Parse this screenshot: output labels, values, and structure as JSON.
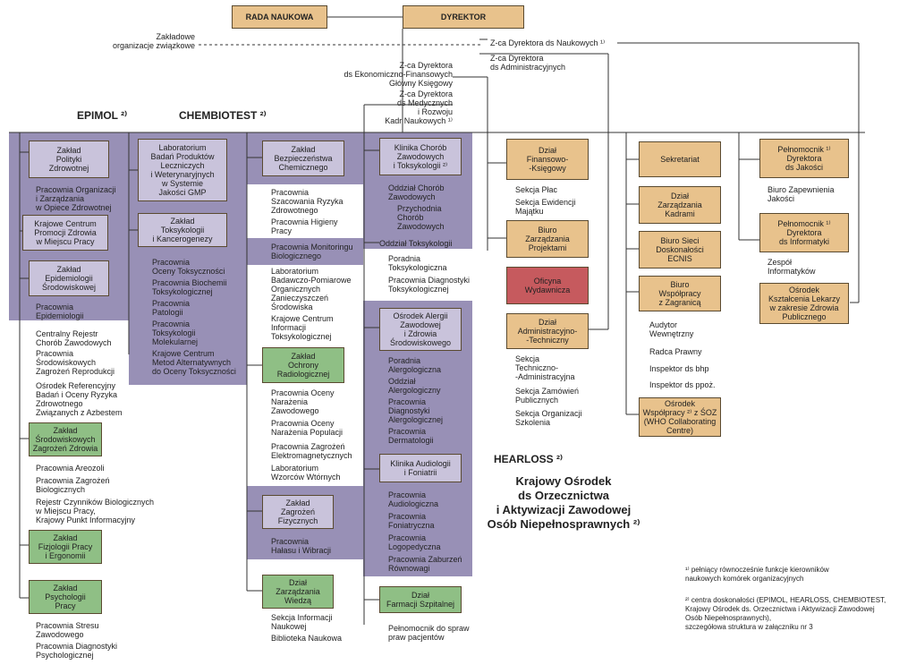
{
  "top": {
    "rada": "RADA NAUKOWA",
    "dyrektor": "DYREKTOR"
  },
  "unions": "Zakładowe\norganizacje związkowe",
  "deputies": {
    "naukowych": "Z-ca Dyrektora ds Naukowych ¹⁾",
    "admin": "Z-ca Dyrektora\nds Administracyjnych",
    "ekon": "Z-ca Dyrektora\nds Ekonomiczno-Finansowych\nGłówny Księgowy",
    "med": "Z-ca Dyrektora\nds Medycznych\ni Rozwoju\nKadr Naukowych ¹⁾"
  },
  "headers": {
    "epimol": "EPIMOL ²⁾",
    "chembiotest": "CHEMBIOTEST ²⁾",
    "hearloss": "HEARLOSS ²⁾"
  },
  "col1": {
    "z1": "Zakład\nPolityki\nZdrowotnej",
    "t1": "Pracownia Organizacji\ni Zarządzania\nw Opiece Zdrowotnej",
    "z2": "Krajowe Centrum\nPromocji Zdrowia\nw Miejscu Pracy",
    "z3": "Zakład\nEpidemiologii\nŚrodowiskowej",
    "t2": "Pracownia\nEpidemiologii",
    "t3": "Centralny Rejestr\nChorób Zawodowych",
    "t4": "Pracownia\nŚrodowiskowych\nZagrożeń Reprodukcji",
    "t5": "Ośrodek Referencyjny\nBadań i Oceny Ryzyka\nZdrowotnego\nZwiązanych z Azbestem",
    "z4": "Zakład\nŚrodowiskowych\nZagrożeń Zdrowia",
    "t6": "Pracownia Areozoli",
    "t7": "Pracownia Zagrożeń\nBiologicznych",
    "t8": "Rejestr Czynników Biologicznych\nw Miejscu Pracy,\nKrajowy Punkt Informacyjny",
    "z5": "Zakład\nFizjologii Pracy\ni Ergonomii",
    "z6": "Zakład\nPsychologii\nPracy",
    "t9": "Pracownia Stresu\nZawodowego",
    "t10": "Pracownia Diagnostyki\nPsychologicznej"
  },
  "col2": {
    "z1": "Laboratorium\nBadań Produktów\nLeczniczych\ni Weterynaryjnych\nw Systemie\nJakości GMP",
    "z2": "Zakład\nToksykologii\ni Kancerogenezy",
    "t1": "Pracownia\nOceny Toksyczności",
    "t2": "Pracownia Biochemii\nToksykologicznej",
    "t3": "Pracownia\nPatologii",
    "t4": "Pracownia\nToksykologii\nMolekularnej",
    "t5": "Krajowe Centrum\nMetod Alternatywnych\ndo Oceny Toksyczności"
  },
  "col3": {
    "z1": "Zakład\nBezpieczeństwa\nChemicznego",
    "t1": "Pracownia\nSzacowania Ryzyka\nZdrowotnego",
    "t2": "Pracownia Higieny\nPracy",
    "t3": "Pracownia Monitoringu\nBiologicznego",
    "t4": "Laboratorium\nBadawczo-Pomiarowe\nOrganicznych\nZanieczyszczeń\nŚrodowiska",
    "t5": "Krajowe Centrum\nInformacji\nToksykologicznej",
    "z2": "Zakład\nOchrony\nRadiologicznej",
    "t6": "Pracownia Oceny\nNarażenia\nZawodowego",
    "t7": "Pracownia Oceny\nNarażenia Populacji",
    "t8": "Pracownia Zagrożeń\nElektromagnetycznych",
    "t9": "Laboratorium\nWzorców Wtórnych",
    "z3": "Zakład\nZagrożeń\nFizycznych",
    "t10": "Pracownia\nHałasu i Wibracji",
    "z4": "Dział\nZarządzania\nWiedzą",
    "t11": "Sekcja Informacji\nNaukowej",
    "t12": "Biblioteka Naukowa"
  },
  "col4": {
    "z1": "Klinika Chorób\nZawodowych\ni Toksykologii ²⁾",
    "t1": "Oddział Chorób\nZawodowych",
    "t2": "Przychodnia\nChorób\nZawodowych",
    "t3": "Oddział Toksykologii",
    "t4": "Poradnia\nToksykologiczna",
    "t5": "Pracownia Diagnostyki\nToksykologicznej",
    "z2": "Ośrodek Alergii\nZawodowej\ni Zdrowia\nŚrodowiskowego",
    "t6": "Poradnia\nAlergologiczna",
    "t7": "Oddział\nAlergologiczny",
    "t8": "Pracownia\nDiagnostyki\nAlergologicznej",
    "t9": "Pracownia\nDermatologii",
    "z3": "Klinika Audiologii\ni Foniatrii",
    "t10": "Pracownia\nAudiologiczna",
    "t11": "Pracownia\nFoniatryczna",
    "t12": "Pracownia\nLogopedyczna",
    "t13": "Pracownia Zaburzeń\nRównowagi",
    "z4": "Dział\nFarmacji Szpitalnej",
    "t14": "Pełnomocnik do spraw\npraw pacjentów"
  },
  "col5": {
    "z1": "Dział\nFinansowo-\n-Księgowy",
    "t1": "Sekcja Płac",
    "t2": "Sekcja Ewidencji\nMajątku",
    "z2": "Biuro\nZarządzania\nProjektami",
    "z3": "Oficyna\nWydawnicza",
    "z4": "Dział\nAdministracyjno-\n-Techniczny",
    "t3": "Sekcja\nTechniczno-\n-Administracyjna",
    "t4": "Sekcja Zamówień\nPublicznych",
    "t5": "Sekcja Organizacji\nSzkolenia"
  },
  "col6": {
    "z1": "Sekretariat",
    "z2": "Dział\nZarządzania\nKadrami",
    "z3": "Biuro Sieci\nDoskonałości\nECNIS",
    "z4": "Biuro\nWspółpracy\nz Zagranicą",
    "t1": "Audytor\nWewnętrzny",
    "t2": "Radca Prawny",
    "t3": "Inspektor ds bhp",
    "t4": "Inspektor ds ppoż.",
    "z5": "Ośrodek\nWspółpracy ²⁾ z ŚOZ\n(WHO Collaborating\nCentre)"
  },
  "col7": {
    "z1": "Pełnomocnik ¹⁾\nDyrektora\nds Jakości",
    "t1": "Biuro Zapewnienia\nJakości",
    "z2": "Pełnomocnik ¹⁾\nDyrektora\nds Informatyki",
    "t2": "Zespół\nInformatyków",
    "z3": "Ośrodek\nKształcenia Lekarzy\nw zakresie Zdrowia\nPublicznego"
  },
  "hearloss_text": "Krajowy Ośrodek\nds Orzecznictwa\ni Aktywizacji Zawodowej\nOsób Niepełnosprawnych ²⁾",
  "footnotes": {
    "f1": "¹⁾ pełniący równocześnie funkcje kierowników\nnaukowych komórek organizacyjnych",
    "f2": "²⁾ centra doskonałości (EPIMOL, HEARLOSS, CHEMBIOTEST,\nKrajowy Ośrodek ds. Orzecznictwa i Aktywizacji Zawodowej\nOsób Niepełnosprawnych),\nszczegółowa struktura w załączniku nr 3"
  }
}
